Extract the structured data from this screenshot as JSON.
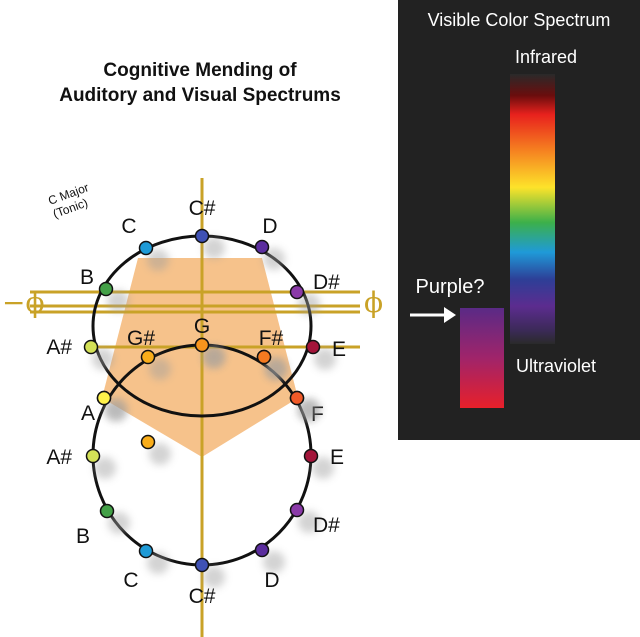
{
  "title": {
    "line1": "Cognitive Mending of",
    "line2": "Auditory and Visual Spectrums"
  },
  "tonic_note": {
    "line1": "C Major",
    "line2": "(Tonic)"
  },
  "phi_left": "−ϕ",
  "phi_right": "ϕ",
  "upper_circle_notes": [
    {
      "label": "C#",
      "color": "#3f51b5"
    },
    {
      "label": "D",
      "color": "#5b2d9e"
    },
    {
      "label": "D#",
      "color": "#8a3aa8"
    },
    {
      "label": "E",
      "color": "#a3153a"
    },
    {
      "label": "F",
      "color": "#f05a28"
    },
    {
      "label": "F#",
      "color": "#f47a20"
    },
    {
      "label": "G",
      "color": "#f7941d"
    },
    {
      "label": "G#",
      "color": "#f9ad1a"
    },
    {
      "label": "A",
      "color": "#fff24a"
    },
    {
      "label": "A#",
      "color": "#d4e157"
    },
    {
      "label": "B",
      "color": "#43a047"
    },
    {
      "label": "C",
      "color": "#1e9ad6"
    }
  ],
  "lower_circle_notes": [
    {
      "label": "G",
      "color": "#f7941d"
    },
    {
      "label": "F#",
      "color": "#f47a20"
    },
    {
      "label": "F",
      "color": "#f05a28"
    },
    {
      "label": "E",
      "color": "#a3153a"
    },
    {
      "label": "D#",
      "color": "#8a3aa8"
    },
    {
      "label": "D",
      "color": "#5b2d9e"
    },
    {
      "label": "C#",
      "color": "#3f51b5"
    },
    {
      "label": "C",
      "color": "#1e9ad6"
    },
    {
      "label": "B",
      "color": "#43a047"
    },
    {
      "label": "A#",
      "color": "#d4e157"
    },
    {
      "label": "A",
      "color": "#fff24a"
    },
    {
      "label": "G#",
      "color": "#f9ad1a"
    }
  ],
  "spectrum_panel": {
    "title": "Visible Color Spectrum",
    "top_label": "Infrared",
    "bottom_label": "Ultraviolet",
    "question_label": "Purple?"
  },
  "colors": {
    "ring": "#111111",
    "axis_gold": "#c9a227",
    "pentagon_fill": "#f6c28b",
    "panel_bg": "#222222"
  }
}
